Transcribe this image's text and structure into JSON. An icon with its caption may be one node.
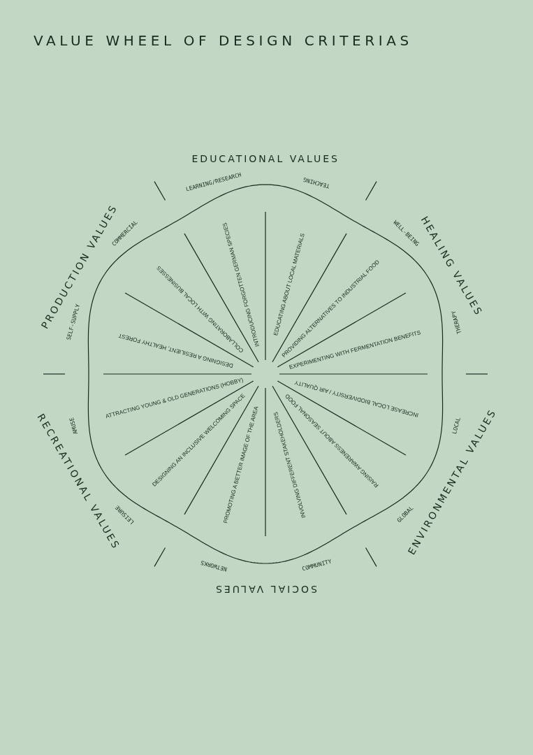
{
  "diagram": {
    "title": "VALUE WHEEL OF DESIGN CRITERIAS",
    "labels": [
      "EDUCATIONAL VALUES",
      "LEARNING/RESEARCH",
      "TEACHING",
      "HEALING VALUES",
      "WELL-BEING",
      "THERAPY",
      "ENVIRONMENTAL VALUES",
      "LOCAL",
      "GLOBAL",
      "SOCIAL VALUES",
      "COMMUNITY",
      "NETWORKS",
      "RECREATIONAL VALUES",
      "LEISURE",
      "AMUSE",
      "PRODUCTION VALUES",
      "SELF-SUPPLY",
      "COMMERCIAL",
      "EDUCATING ABOUT LOCAL MATERIALS",
      "PROVIDING ALTERNATIVES TO INDUSTRIAL FOOD",
      "EXPERIMENTING WITH FERMENTATION BENEFITS",
      "INCREASE LOCAL BIODIVERSITY / AIR QUALITY",
      "RAISING AWARENESS ABOUT SEASONAL FOOD",
      "INVOLVING DIFFERENT STAKEHOLDERS",
      "PROMOTING A BETTER IMAGE OF THE AREA",
      "DESIGNING AN INCLUSIVE WELCOMING SPACE",
      "ATTRACTING YOUNG & OLD GENERATIONS (HOBBY)",
      "DESIGNING A RESILIENT, HEALTHY FOREST",
      "COLLABORATING WITH LOCAL BUSINESSES",
      "INTRODUCING FORGOTTEN GERMAN SPECIES"
    ]
  }
}
